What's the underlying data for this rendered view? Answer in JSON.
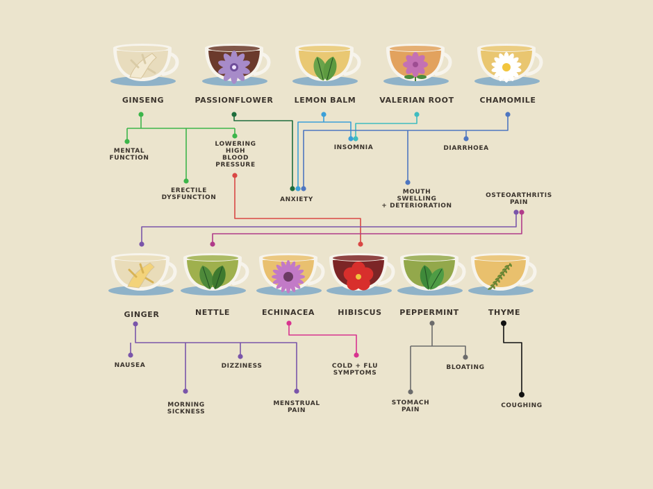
{
  "teas": [
    {
      "name": "GINSENG",
      "liquid": "#e8dcbd",
      "herb": "ginseng-root"
    },
    {
      "name": "PASSIONFLOWER",
      "liquid": "#6b3a2c",
      "herb": "passionflower"
    },
    {
      "name": "LEMON BALM",
      "liquid": "#e9c873",
      "herb": "lemon-balm-leaves"
    },
    {
      "name": "VALERIAN ROOT",
      "liquid": "#e2a25e",
      "herb": "valerian-flower"
    },
    {
      "name": "CHAMOMILE",
      "liquid": "#e9c670",
      "herb": "chamomile-flower"
    },
    {
      "name": "GINGER",
      "liquid": "#e9dcb9",
      "herb": "ginger-root"
    },
    {
      "name": "NETTLE",
      "liquid": "#9fb04d",
      "herb": "nettle-leaves"
    },
    {
      "name": "ECHINACEA",
      "liquid": "#e9c06f",
      "herb": "echinacea-flower"
    },
    {
      "name": "HIBISCUS",
      "liquid": "#7c2526",
      "herb": "hibiscus-flower"
    },
    {
      "name": "PEPPERMINT",
      "liquid": "#93a84b",
      "herb": "peppermint-leaves"
    },
    {
      "name": "THYME",
      "liquid": "#e9c06d",
      "herb": "thyme-sprig"
    }
  ],
  "conditions": {
    "mental_function": [
      "MENTAL",
      "FUNCTION"
    ],
    "erectile_dysfunction": [
      "ERECTILE",
      "DYSFUNCTION"
    ],
    "lowering_bp": [
      "LOWERING",
      "HIGH",
      "BLOOD",
      "PRESSURE"
    ],
    "anxiety": [
      "ANXIETY"
    ],
    "insomnia": [
      "INSOMNIA"
    ],
    "mouth_swelling": [
      "MOUTH",
      "SWELLING",
      "+ DETERIORATION"
    ],
    "diarrhoea": [
      "DIARRHOEA"
    ],
    "osteoarthritis": [
      "OSTEOARTHRITIS",
      "PAIN"
    ],
    "nausea": [
      "NAUSEA"
    ],
    "morning_sickness": [
      "MORNING",
      "SICKNESS"
    ],
    "dizziness": [
      "DIZZINESS"
    ],
    "menstrual_pain": [
      "MENSTRUAL",
      "PAIN"
    ],
    "cold_flu": [
      "COLD + FLU",
      "SYMPTOMS"
    ],
    "stomach_pain": [
      "STOMACH",
      "PAIN"
    ],
    "bloating": [
      "BLOATING"
    ],
    "coughing": [
      "COUGHING"
    ]
  },
  "colors": {
    "background": "#ebe4cd",
    "ginseng": "#3cb54a",
    "passionflower": "#1e6d3c",
    "lemon_balm": "#3b9fd8",
    "valerian": "#3fbcc0",
    "chamomile": "#4e76c0",
    "ginger": "#7a55aa",
    "nettle": "#b03a8a",
    "echinacea": "#d8338f",
    "hibiscus": "#d94744",
    "peppermint": "#6b6b6b",
    "thyme": "#111111",
    "cup": "#f7f4ec",
    "saucer": "#8fb2c8"
  }
}
